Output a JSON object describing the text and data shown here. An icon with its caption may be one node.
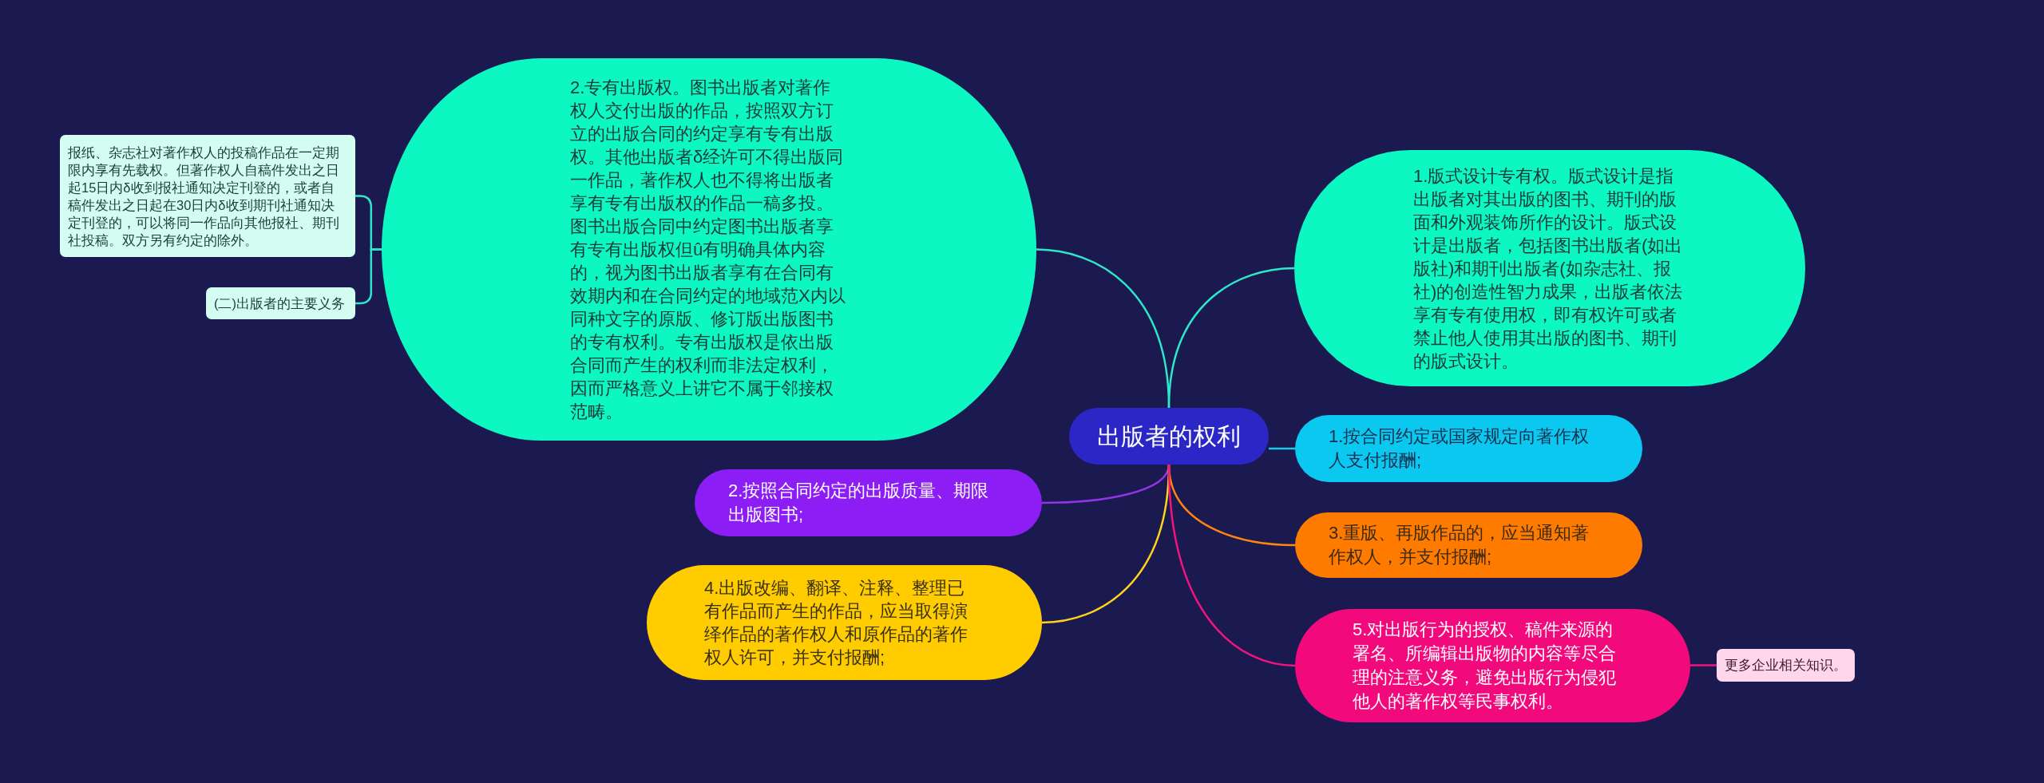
{
  "diagram": {
    "nodes": [
      {
        "text": [
          "出版者的权利"
        ]
      },
      {
        "text": [
          "2.专有出版权。图书出版者对著作权人交付出版的作品，按照双方订立的出版合同的约定享有专有出版权。其他出版者δ经许可不得出版同一作品，著作权人也不得将出版者享有专有出版权的作品一稿多投。图书出版合同中约定图书出版者享有专有出版权但û有明确具体内容的，视为图书出版者享有在合同有效期内和在合同约定的地域范X内以同种文字的原版、修订版出版图书的专有权利。专有出版权是依出版合同而产生的权利而非法定权利，因而严格意义上讲它不属于邻接权范畴。"
        ]
      },
      {
        "text": [
          "报纸、杂志社对著作权人的投稿作品在一定期限内享有先载权。但著作权人自稿件发出之日起15日内δ收到报社通知决定刊登的，或者自稿件发出之日起在30日内δ收到期刊社通知决定刊登的，可以将同一作品向其他报社、期刊社投稿。双方另有约定的除外。"
        ]
      },
      {
        "text": [
          "(二)出版者的主要义务"
        ]
      },
      {
        "text": [
          "1.版式设计专有权。版式设计是指出版者对其出版的图书、期刊的版面和外观装饰所作的设计。版式设计是出版者，包括图书出版者(如出版社)和期刊出版者(如杂志社、报社)的创造性智力成果，出版者依法享有专有使用权，即有权许可或者禁止他人使用其出版的图书、期刊的版式设计。"
        ]
      },
      {
        "text": [
          "1.按合同约定或国家规定向著作权人支付报酬;"
        ]
      },
      {
        "text": [
          "2.按照合同约定的出版质量、期限出版图书;"
        ]
      },
      {
        "text": [
          "3.重版、再版作品的，应当通知著作权人，并支付报酬;"
        ]
      },
      {
        "text": [
          "4.出版改编、翻译、注释、整理已有作品而产生的作品，应当取得演绎作品的著作权人和原作品的著作权人许可，并支付报酬;"
        ]
      },
      {
        "text": [
          "5.对出版行为的授权、稿件来源的署名、所编辑出版物的内容等尽合理的注意义务，避免出版行为侵犯他人的著作权等民事权利。"
        ]
      },
      {
        "text": [
          "更多企业相关知识。"
        ]
      }
    ],
    "edges": [
      {
        "from": 0,
        "to": 1,
        "arrow": "none"
      },
      {
        "from": 1,
        "to": 2,
        "arrow": "none"
      },
      {
        "from": 1,
        "to": 3,
        "arrow": "none"
      },
      {
        "from": 0,
        "to": 4,
        "arrow": "none"
      },
      {
        "from": 0,
        "to": 5,
        "arrow": "none",
        "color": "#16c8ee"
      },
      {
        "from": 0,
        "to": 6,
        "arrow": "none",
        "color": "#9433e6"
      },
      {
        "from": 0,
        "to": 7,
        "arrow": "none",
        "color": "#ff8410"
      },
      {
        "from": 0,
        "to": 8,
        "arrow": "none",
        "color": "#ffd21c"
      },
      {
        "from": 0,
        "to": 9,
        "arrow": "none",
        "color": "#f0147e"
      },
      {
        "from": 9,
        "to": 10,
        "arrow": "none",
        "color": "#f0147e"
      }
    ]
  }
}
